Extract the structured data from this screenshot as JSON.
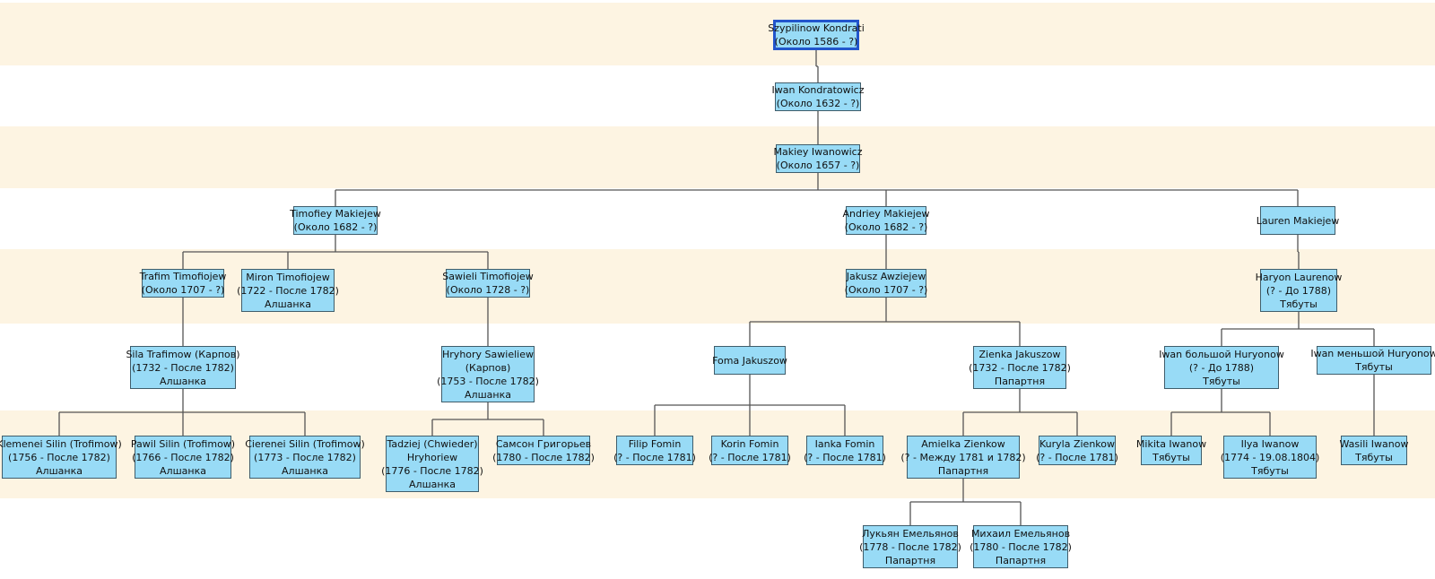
{
  "colors": {
    "band": "#fdf4e2",
    "node_fill": "#98dbf6",
    "node_border": "#3f5d6b",
    "selected_border": "#2255cc",
    "connector": "#555555"
  },
  "tree": {
    "selected": "kondrati",
    "nodes": [
      {
        "id": "kondrati",
        "lines": [
          "Szypilinow Kondrati",
          "(Около 1586 - ?)"
        ]
      },
      {
        "id": "iwan_k",
        "lines": [
          "Iwan Kondratowicz",
          "(Около 1632 - ?)"
        ]
      },
      {
        "id": "makiey",
        "lines": [
          "Makiey Iwanowicz",
          "(Около 1657 - ?)"
        ]
      },
      {
        "id": "timofiey",
        "lines": [
          "Timofiey Makiejew",
          "(Около 1682 - ?)"
        ]
      },
      {
        "id": "andriey",
        "lines": [
          "Andriey Makiejew",
          "(Около 1682 - ?)"
        ]
      },
      {
        "id": "lauren",
        "lines": [
          "Lauren Makiejew"
        ]
      },
      {
        "id": "trafim",
        "lines": [
          "Trafim Timofiojew",
          "(Около 1707 - ?)"
        ]
      },
      {
        "id": "miron",
        "lines": [
          "Miron Timofiojew",
          "(1722 - После 1782)",
          "Алшанка"
        ]
      },
      {
        "id": "sawieli",
        "lines": [
          "Sawieli Timofiojew",
          "(Около 1728 - ?)"
        ]
      },
      {
        "id": "jakusz",
        "lines": [
          "Jakusz Awziejew",
          "(Около 1707 - ?)"
        ]
      },
      {
        "id": "haryon",
        "lines": [
          "Haryon Laurenow",
          "(? - До 1788)",
          "Тябуты"
        ]
      },
      {
        "id": "sila",
        "lines": [
          "Sila Trafimow (Карпов)",
          "(1732 - После 1782)",
          "Алшанка"
        ]
      },
      {
        "id": "hryhory",
        "lines": [
          "Hryhory Sawieliew",
          "(Карпов)",
          "(1753 - После 1782)",
          "Алшанка"
        ]
      },
      {
        "id": "foma",
        "lines": [
          "Foma Jakuszow"
        ]
      },
      {
        "id": "zienka",
        "lines": [
          "Zienka Jakuszow",
          "(1732 - После 1782)",
          "Папартня"
        ]
      },
      {
        "id": "iwan_b",
        "lines": [
          "Iwan большой Huryonow",
          "(? - До 1788)",
          "Тябуты"
        ]
      },
      {
        "id": "iwan_m",
        "lines": [
          "Iwan меньшой Huryonow",
          "Тябуты"
        ]
      },
      {
        "id": "klemenei",
        "lines": [
          "Klemenei Silin (Trofimow)",
          "(1756 - После 1782)",
          "Алшанка"
        ]
      },
      {
        "id": "pawil",
        "lines": [
          "Pawil Silin (Trofimow)",
          "(1766 - После 1782)",
          "Алшанка"
        ]
      },
      {
        "id": "cierenei",
        "lines": [
          "Cierenei Silin (Trofimow)",
          "(1773 - После 1782)",
          "Алшанка"
        ]
      },
      {
        "id": "tadziej",
        "lines": [
          "Tadziej (Chwieder)",
          "Hryhoriew",
          "(1776 - После 1782)",
          "Алшанка"
        ]
      },
      {
        "id": "samson",
        "lines": [
          "Самсон Григорьев",
          "(1780 - После 1782)"
        ]
      },
      {
        "id": "filip",
        "lines": [
          "Filip Fomin",
          "(? - После 1781)"
        ]
      },
      {
        "id": "korin",
        "lines": [
          "Korin Fomin",
          "(? - После 1781)"
        ]
      },
      {
        "id": "ianka",
        "lines": [
          "Ianka Fomin",
          "(? - После 1781)"
        ]
      },
      {
        "id": "amielka",
        "lines": [
          "Amielka Zienkow",
          "(? - Между 1781 и 1782)",
          "Папартня"
        ]
      },
      {
        "id": "kuryla",
        "lines": [
          "Kuryla Zienkow",
          "(? - После 1781)"
        ]
      },
      {
        "id": "mikita",
        "lines": [
          "Mikita Iwanow",
          "Тябуты"
        ]
      },
      {
        "id": "ilya",
        "lines": [
          "Ilya Iwanow",
          "(1774 - 19.08.1804)",
          "Тябуты"
        ]
      },
      {
        "id": "wasili",
        "lines": [
          "Wasili Iwanow",
          "Тябуты"
        ]
      },
      {
        "id": "lukyan",
        "lines": [
          "Лукьян Емельянов",
          "(1778 - После 1782)",
          "Папартня"
        ]
      },
      {
        "id": "mikhail",
        "lines": [
          "Михаил Емельянов",
          "(1780 - После 1782)",
          "Папартня"
        ]
      }
    ],
    "edges": [
      [
        "kondrati",
        "iwan_k"
      ],
      [
        "iwan_k",
        "makiey"
      ],
      [
        "makiey",
        "timofiey"
      ],
      [
        "makiey",
        "andriey"
      ],
      [
        "makiey",
        "lauren"
      ],
      [
        "timofiey",
        "trafim"
      ],
      [
        "timofiey",
        "miron"
      ],
      [
        "timofiey",
        "sawieli"
      ],
      [
        "andriey",
        "jakusz"
      ],
      [
        "lauren",
        "haryon"
      ],
      [
        "trafim",
        "sila"
      ],
      [
        "sawieli",
        "hryhory"
      ],
      [
        "jakusz",
        "foma"
      ],
      [
        "jakusz",
        "zienka"
      ],
      [
        "haryon",
        "iwan_b"
      ],
      [
        "haryon",
        "iwan_m"
      ],
      [
        "sila",
        "klemenei"
      ],
      [
        "sila",
        "pawil"
      ],
      [
        "sila",
        "cierenei"
      ],
      [
        "hryhory",
        "tadziej"
      ],
      [
        "hryhory",
        "samson"
      ],
      [
        "foma",
        "filip"
      ],
      [
        "foma",
        "korin"
      ],
      [
        "foma",
        "ianka"
      ],
      [
        "zienka",
        "amielka"
      ],
      [
        "zienka",
        "kuryla"
      ],
      [
        "iwan_b",
        "mikita"
      ],
      [
        "iwan_b",
        "ilya"
      ],
      [
        "iwan_m",
        "wasili"
      ],
      [
        "amielka",
        "lukyan"
      ],
      [
        "amielka",
        "mikhail"
      ]
    ]
  }
}
